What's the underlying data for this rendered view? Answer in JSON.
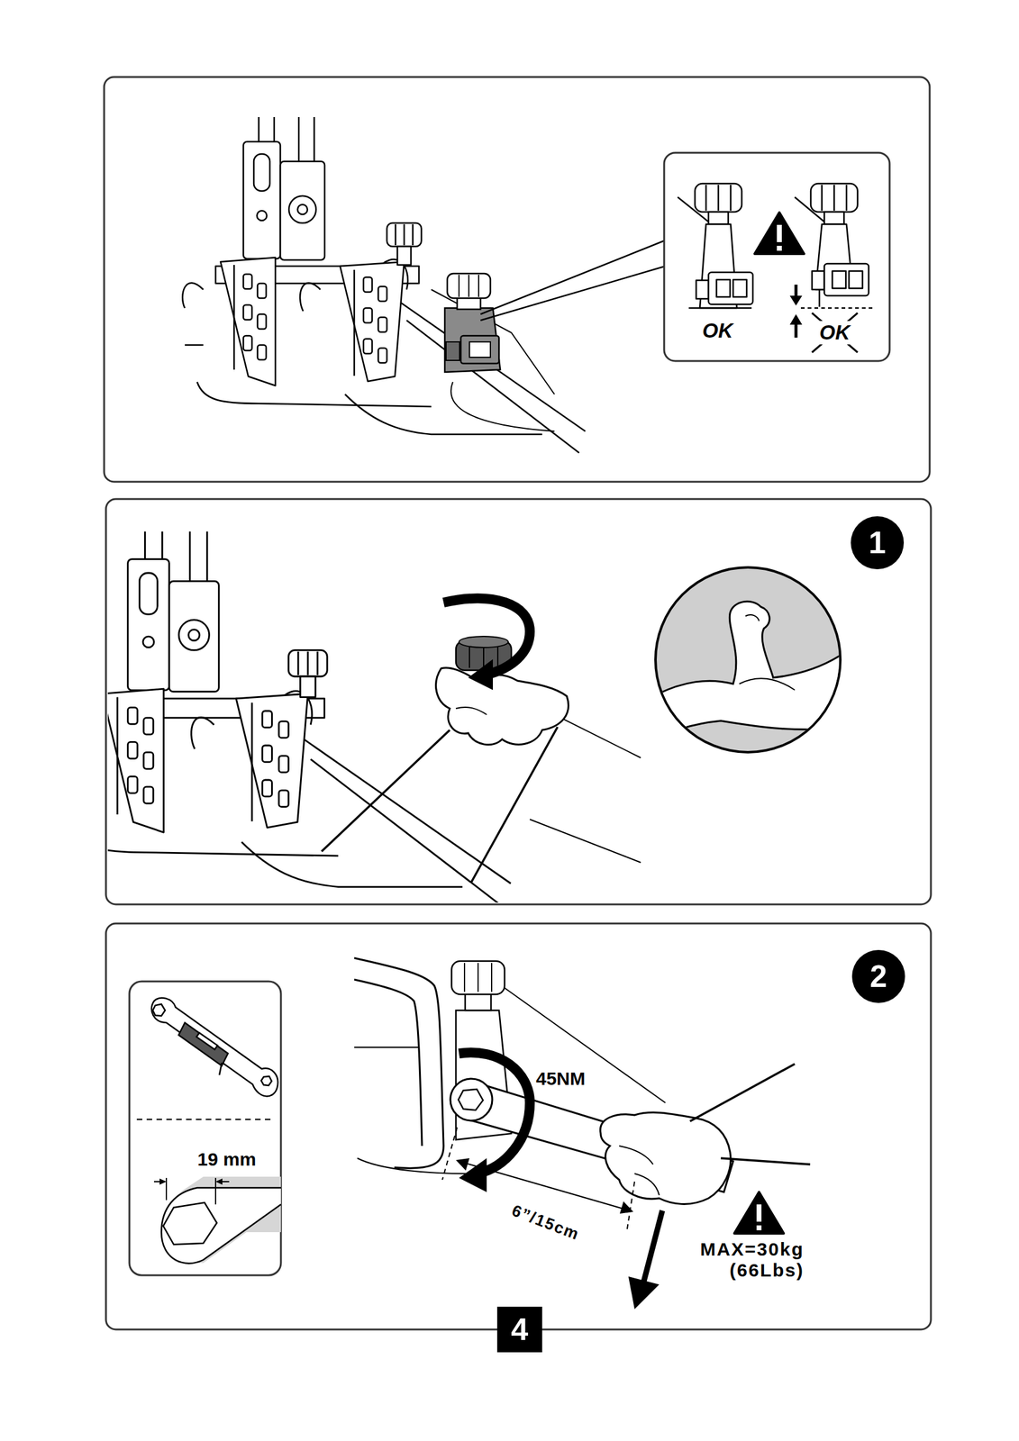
{
  "diagram": {
    "nodes": [
      {
        "text": [
          "1"
        ]
      },
      {
        "text": [
          "2"
        ]
      },
      {
        "text": [
          "4"
        ]
      }
    ],
    "labels": [
      "OK",
      "OK",
      "45NM",
      "19 mm",
      "6”/15cm",
      "MAX=30kg (66Lbs)"
    ]
  }
}
